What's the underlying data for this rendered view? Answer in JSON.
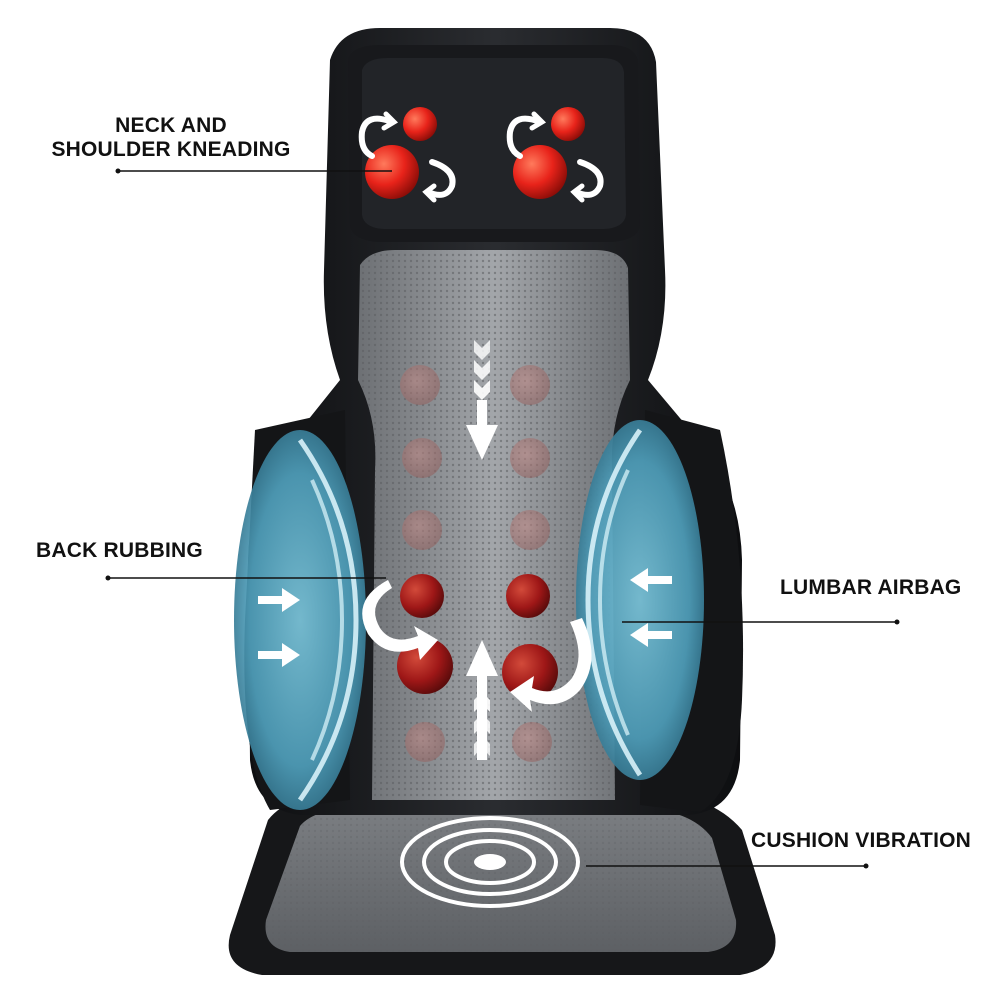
{
  "labels": {
    "neck": {
      "line1": "NECK AND",
      "line2": "SHOULDER KNEADING"
    },
    "back": "BACK RUBBING",
    "lumbar": "LUMBAR AIRBAG",
    "cushion": "CUSHION VIBRATION"
  },
  "colors": {
    "background": "#ffffff",
    "text": "#111111",
    "chair_shell": "#1c1d20",
    "mesh": "#8a8d91",
    "kneading_node": "#e8231a",
    "rubbing_node": "#9e1717",
    "airbag": "#5fb4cf",
    "arrow": "#ffffff"
  },
  "icons": {
    "kneading": "rotation-arrow-icon",
    "direction": "arrow-icon",
    "vibration": "concentric-rings-icon"
  }
}
